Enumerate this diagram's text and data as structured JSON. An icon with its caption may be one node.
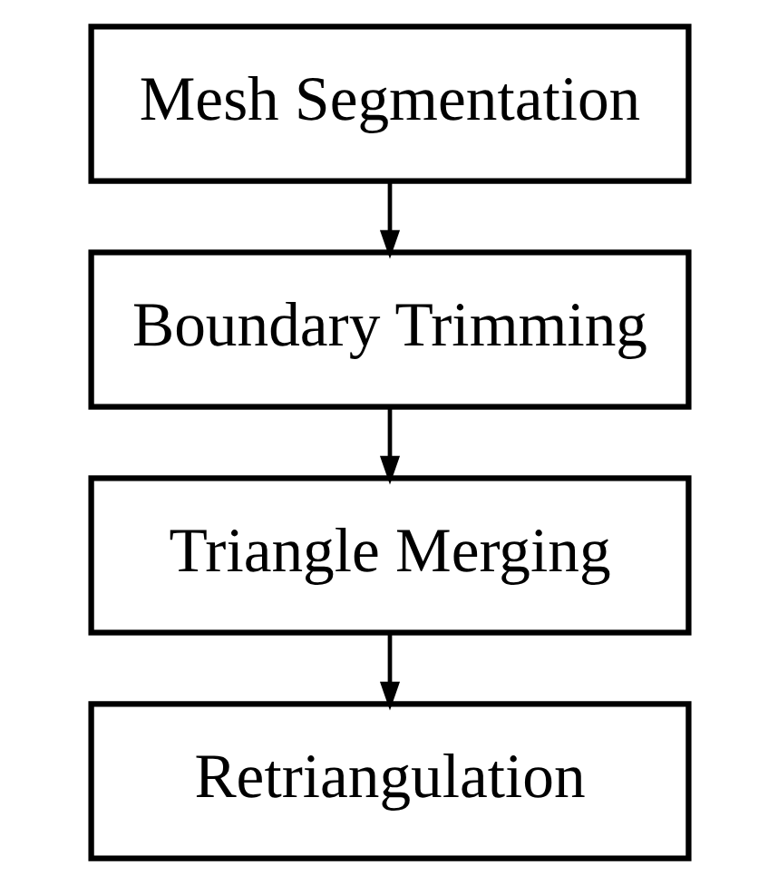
{
  "diagram": {
    "nodes": [
      {
        "text": [
          "Mesh Segmentation"
        ]
      },
      {
        "text": [
          "Boundary Trimming"
        ]
      },
      {
        "text": [
          "Triangle Merging"
        ]
      },
      {
        "text": [
          "Retriangulation"
        ]
      }
    ],
    "edges": [
      {
        "from": 0,
        "to": 1,
        "arrow": "to"
      },
      {
        "from": 1,
        "to": 2,
        "arrow": "to"
      },
      {
        "from": 2,
        "to": 3,
        "arrow": "to"
      }
    ]
  }
}
